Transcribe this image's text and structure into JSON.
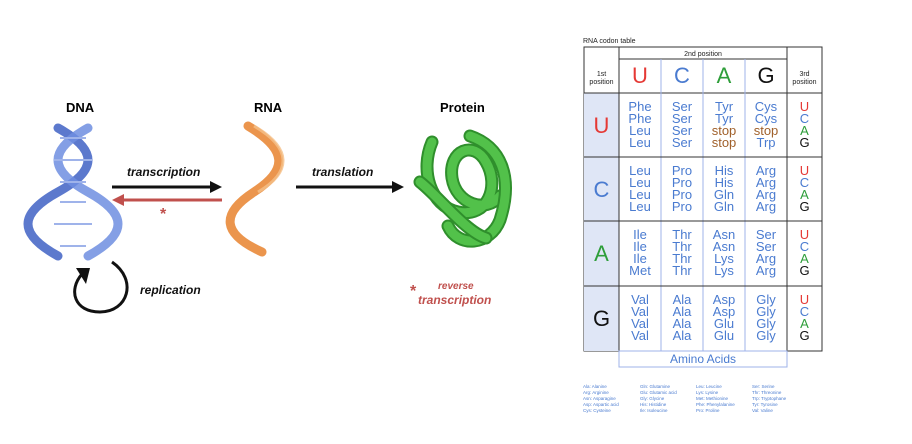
{
  "central_dogma": {
    "dna_label": "DNA",
    "rna_label": "RNA",
    "protein_label": "Protein",
    "transcription_label": "transcription",
    "translation_label": "translation",
    "replication_label": "replication",
    "reverse_star": "*",
    "reverse_label_line1": "reverse",
    "reverse_label_line2": "transcription",
    "colors": {
      "dna": "#3f62c4",
      "rna": "#e98a3a",
      "protein": "#3fae3a",
      "reverse": "#c0504d"
    }
  },
  "codon_table": {
    "title": "RNA codon table",
    "second_position_label": "2nd position",
    "first_position_label_line1": "1st",
    "first_position_label_line2": "position",
    "third_position_label_line1": "3rd",
    "third_position_label_line2": "position",
    "columns": [
      "U",
      "C",
      "A",
      "G"
    ],
    "rows": [
      "U",
      "C",
      "A",
      "G"
    ],
    "base_colors": {
      "U": "#e53935",
      "C": "#4a7bd0",
      "A": "#2e9e3a",
      "G": "#111111"
    },
    "third_bases": [
      "U",
      "C",
      "A",
      "G"
    ],
    "cells": [
      [
        [
          "Phe",
          "Phe",
          "Leu",
          "Leu"
        ],
        [
          "Ser",
          "Ser",
          "Ser",
          "Ser"
        ],
        [
          "Tyr",
          "Tyr",
          "stop",
          "stop"
        ],
        [
          "Cys",
          "Cys",
          "stop",
          "Trp"
        ]
      ],
      [
        [
          "Leu",
          "Leu",
          "Leu",
          "Leu"
        ],
        [
          "Pro",
          "Pro",
          "Pro",
          "Pro"
        ],
        [
          "His",
          "His",
          "Gln",
          "Gln"
        ],
        [
          "Arg",
          "Arg",
          "Arg",
          "Arg"
        ]
      ],
      [
        [
          "Ile",
          "Ile",
          "Ile",
          "Met"
        ],
        [
          "Thr",
          "Thr",
          "Thr",
          "Thr"
        ],
        [
          "Asn",
          "Asn",
          "Lys",
          "Lys"
        ],
        [
          "Ser",
          "Ser",
          "Arg",
          "Arg"
        ]
      ],
      [
        [
          "Val",
          "Val",
          "Val",
          "Val"
        ],
        [
          "Ala",
          "Ala",
          "Ala",
          "Ala"
        ],
        [
          "Asp",
          "Asp",
          "Glu",
          "Glu"
        ],
        [
          "Gly",
          "Gly",
          "Gly",
          "Gly"
        ]
      ]
    ],
    "amino_acids_label": "Amino Acids",
    "legend": [
      [
        "Ala: Alanine",
        "Arg: Arginine",
        "Asn: Asparagine",
        "Asp: Aspartic acid",
        "Cys: Cysteine"
      ],
      [
        "Gln: Glutamine",
        "Glu: Glutamic acid",
        "Gly: Glycine",
        "His: Histidine",
        "Ile: Isoleucine"
      ],
      [
        "Leu: Leucine",
        "Lys: Lysine",
        "Met: Methionine",
        "Phe: Phenylalanine",
        "Pro: Proline"
      ],
      [
        "Ser: Serine",
        "Thr: Threonine",
        "Trp: Tryptophane",
        "Tyr: Tyrosine",
        "Val: Valine"
      ]
    ]
  }
}
